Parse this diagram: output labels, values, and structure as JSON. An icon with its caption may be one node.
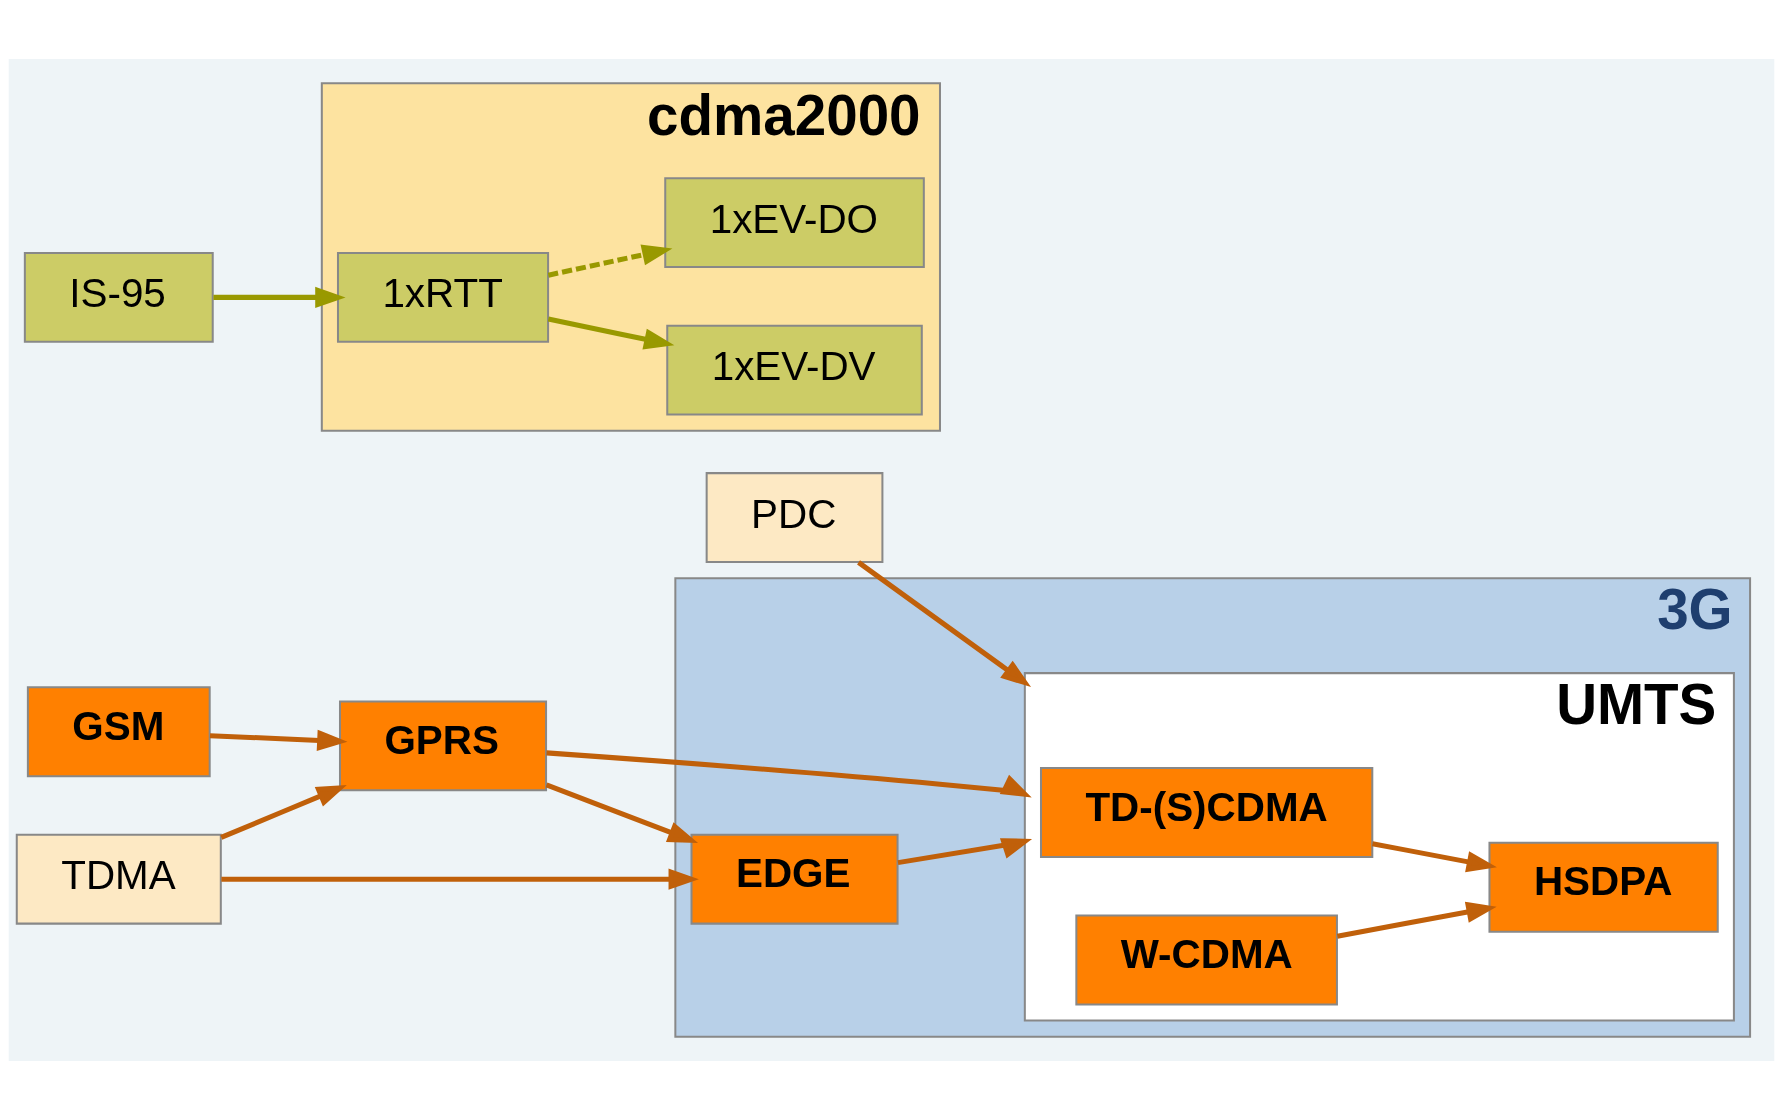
{
  "diagram": {
    "nodes": [
      {
        "text": [
          "PDC"
        ]
      },
      {
        "text": [
          "GSM"
        ]
      },
      {
        "text": [
          "GPRS"
        ]
      },
      {
        "text": [
          "TDMA"
        ]
      },
      {
        "text": [
          "3G"
        ]
      },
      {
        "text": [
          "UMTS"
        ],
        "in": 4
      },
      {
        "text": [
          "TD-(S)CDMA"
        ],
        "in": 5
      },
      {
        "text": [
          "HSDPA"
        ],
        "in": 5
      },
      {
        "text": [
          "W-CDMA"
        ],
        "in": 5
      },
      {
        "text": [
          "EDGE"
        ],
        "in": 4
      },
      {
        "text": [
          "IS-95"
        ]
      },
      {
        "text": [
          "cdma2000"
        ]
      },
      {
        "text": [
          "1xRTT"
        ],
        "in": 11
      },
      {
        "text": [
          "1xEV-DV"
        ],
        "in": 11
      },
      {
        "text": [
          "1xEV-DO"
        ],
        "in": 11
      }
    ],
    "edges": [
      {
        "from": 0,
        "to": 5,
        "arrow": "to"
      },
      {
        "from": 1,
        "to": 2,
        "arrow": "to"
      },
      {
        "from": 3,
        "to": 2,
        "arrow": "to"
      },
      {
        "from": 2,
        "to": 5,
        "arrow": "to"
      },
      {
        "from": 2,
        "to": 9,
        "arrow": "to"
      },
      {
        "from": 3,
        "to": 9,
        "arrow": "to"
      },
      {
        "from": 6,
        "to": 7,
        "arrow": "to"
      },
      {
        "from": 8,
        "to": 7,
        "arrow": "to"
      },
      {
        "from": 9,
        "to": 5,
        "arrow": "to"
      },
      {
        "from": 10,
        "to": 12,
        "arrow": "to",
        "color": "#999900"
      },
      {
        "from": 12,
        "to": 13,
        "arrow": "to",
        "color": "#999900"
      },
      {
        "from": 12,
        "to": 14,
        "arrow": "to",
        "style": "dashed",
        "color": "#999900"
      }
    ]
  }
}
